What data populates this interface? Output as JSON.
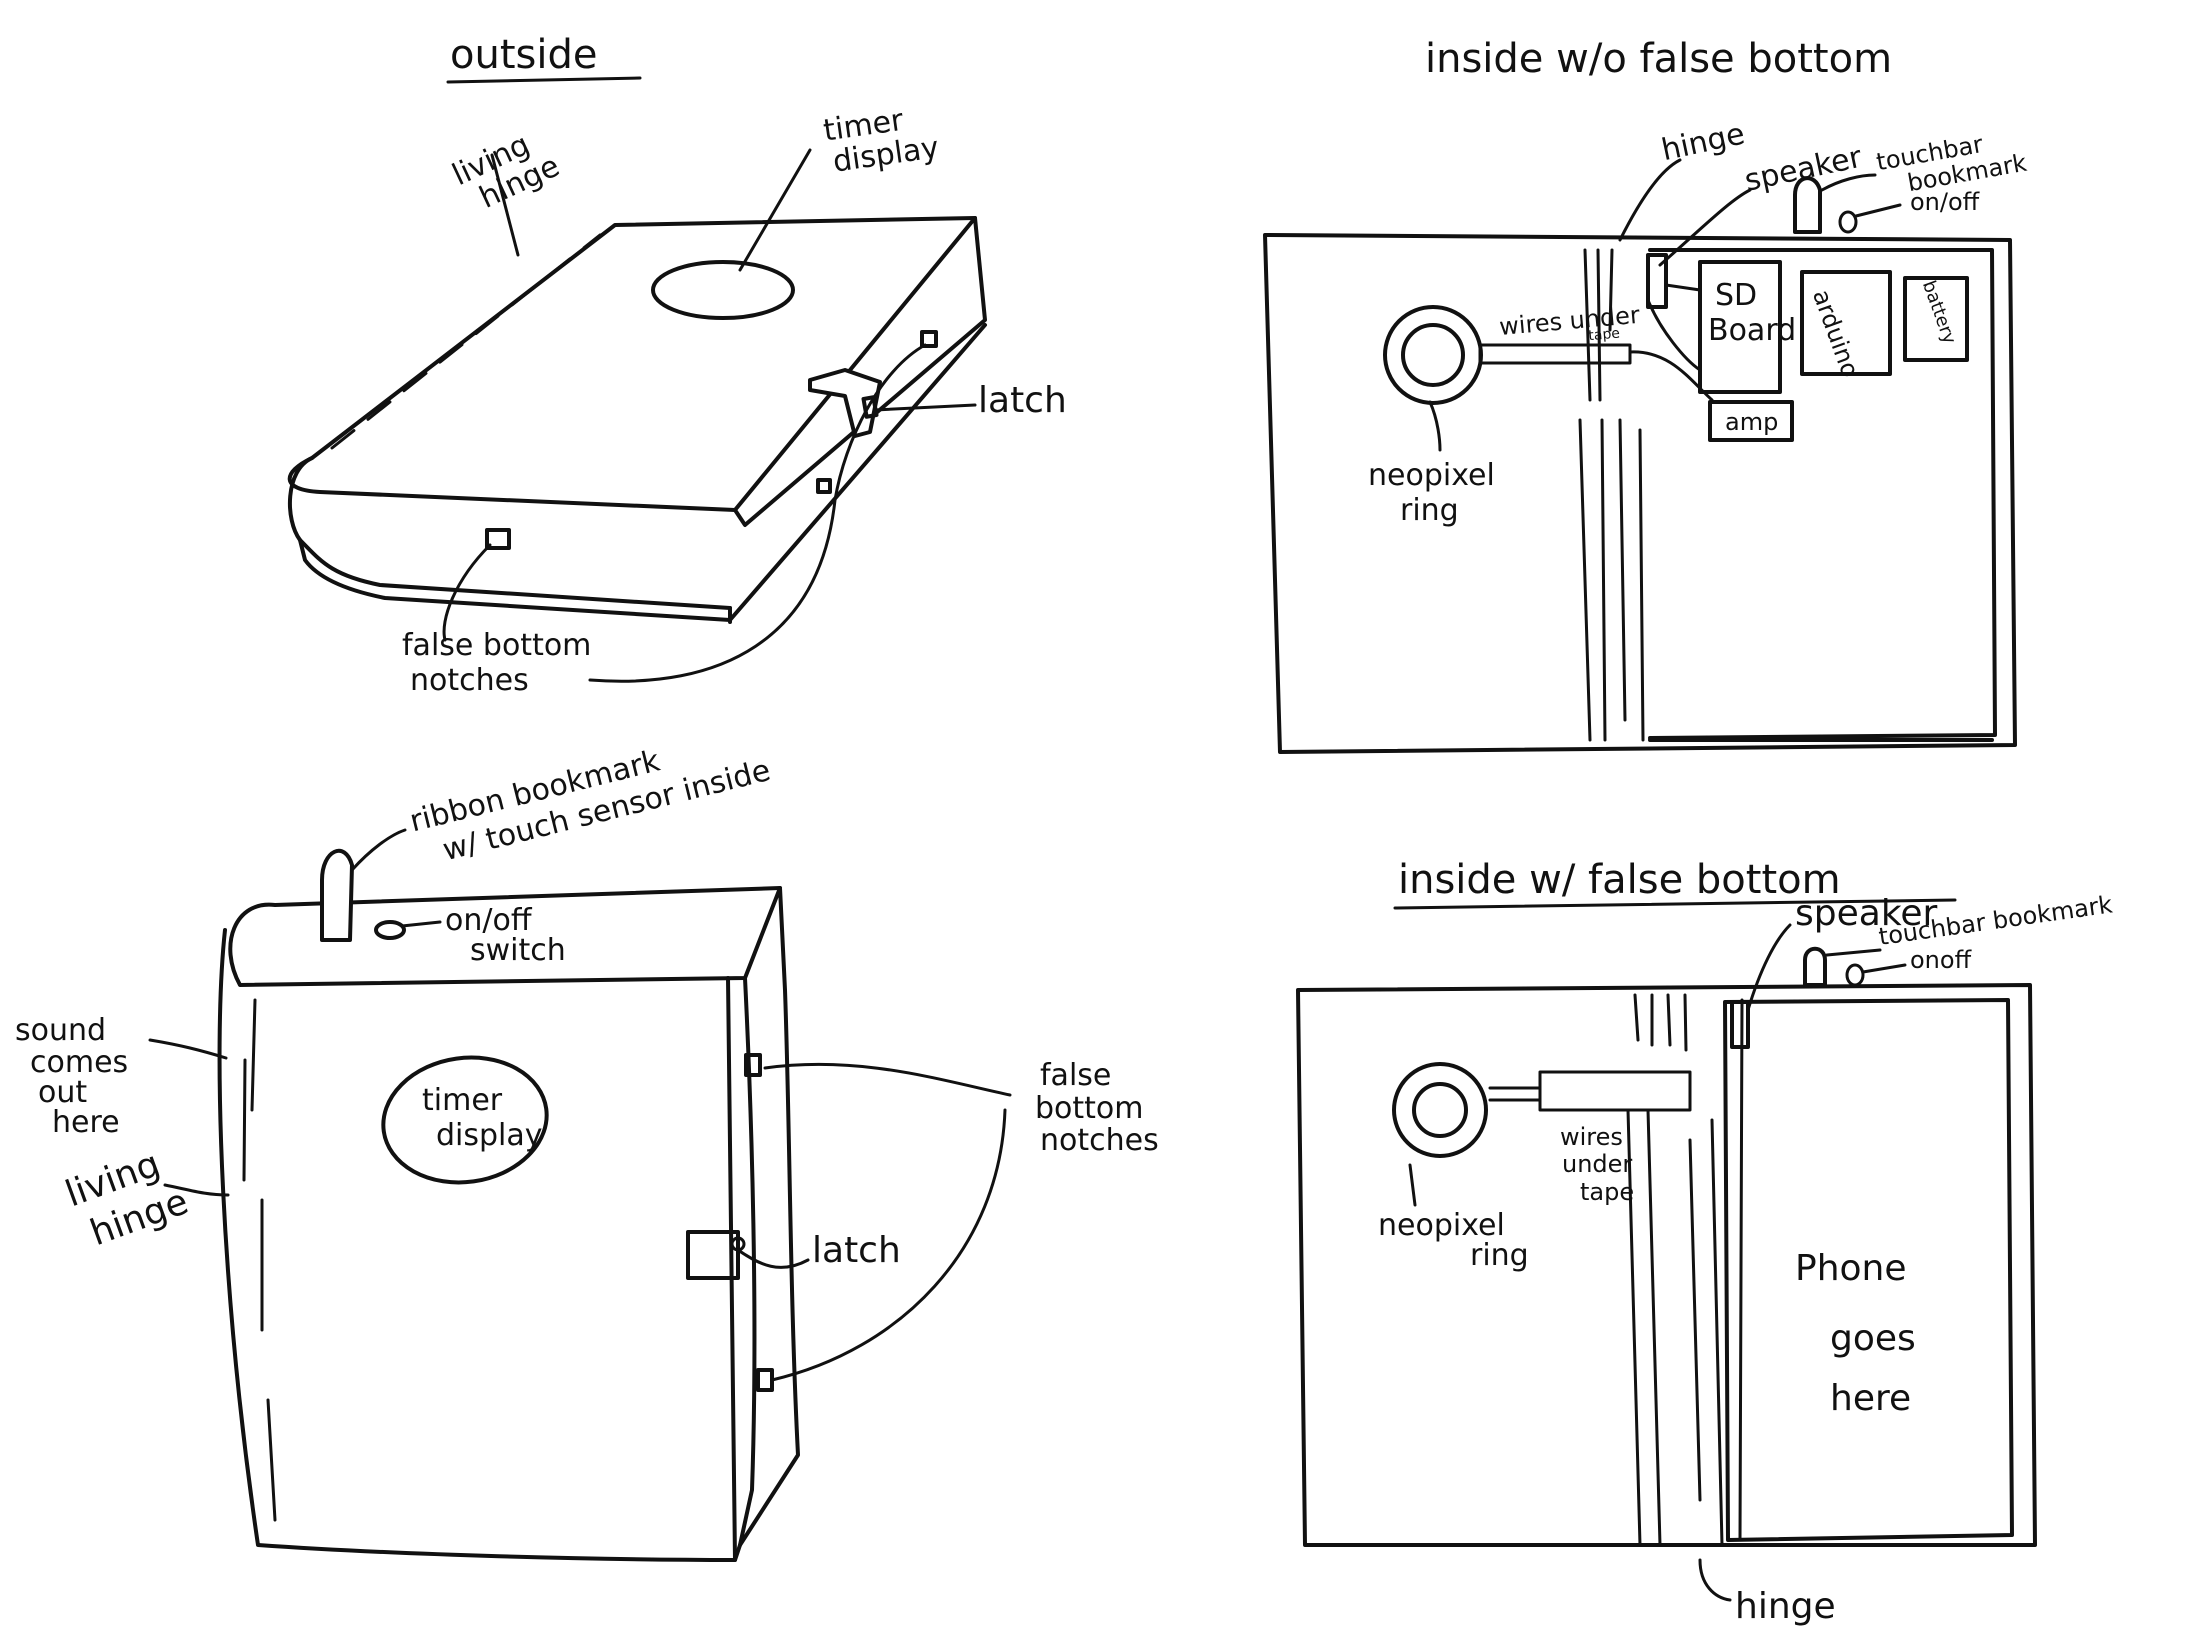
{
  "colors": {
    "ink": "#111111",
    "paper": "#ffffff"
  },
  "panels": {
    "outside": {
      "title": "outside",
      "labels": {
        "living_hinge": [
          "living",
          "hinge"
        ],
        "timer_display": [
          "timer",
          "display"
        ],
        "latch": "latch",
        "false_bottom_notches": [
          "false bottom",
          "notches"
        ]
      }
    },
    "front": {
      "labels": {
        "ribbon_bookmark": [
          "ribbon bookmark",
          "w/ touch sensor inside"
        ],
        "on_off_switch": [
          "on/off",
          "switch"
        ],
        "sound": [
          "sound",
          "comes",
          "out",
          "here"
        ],
        "living_hinge": [
          "living",
          "hinge"
        ],
        "timer_display": [
          "timer",
          "display"
        ],
        "latch": "latch",
        "false_bottom_notches": [
          "false",
          "bottom",
          "notches"
        ]
      }
    },
    "inside_no_false_bottom": {
      "title": "inside  w/o false bottom",
      "labels": {
        "hinge": "hinge",
        "speaker": "speaker",
        "touch_bookmark": [
          "touchbar",
          "bookmark"
        ],
        "on_off": "on/off",
        "wires": [
          "wires under",
          "tape"
        ],
        "sd_board": [
          "SD",
          "Board"
        ],
        "arduino": "arduino",
        "battery": "battery",
        "amp": "amp",
        "neopixel_ring": [
          "neopixel",
          "ring"
        ]
      }
    },
    "inside_false_bottom": {
      "title": "inside  w/ false bottom",
      "labels": {
        "speaker": "speaker",
        "touch_bookmark": "touchbar bookmark",
        "on_off": "onoff",
        "neopixel_ring": [
          "neopixel",
          "ring"
        ],
        "wires": [
          "wires",
          "under",
          "tape"
        ],
        "phone": [
          "Phone",
          "goes",
          "here"
        ],
        "hinge": "hinge"
      }
    }
  }
}
